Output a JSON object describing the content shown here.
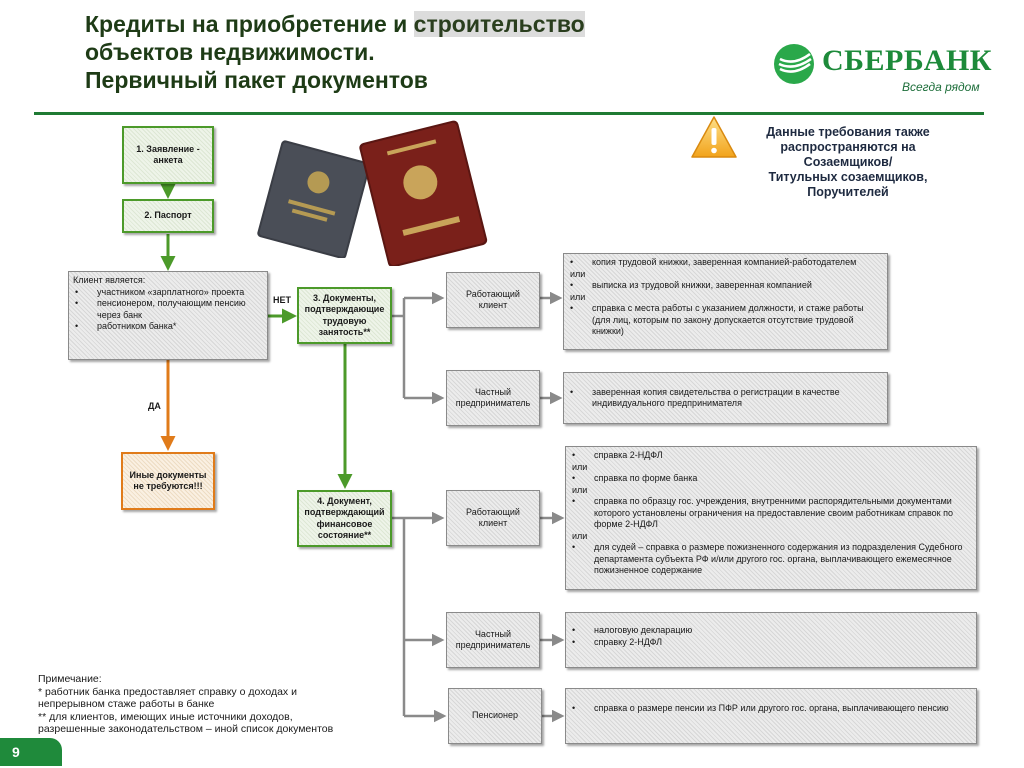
{
  "title": {
    "line1_a": "Кредиты на приобретение и ",
    "line1_b": "строительство",
    "line2": "объектов недвижимости.",
    "line3": "Первичный пакет документов"
  },
  "logo": {
    "name": "СБЕРБАНК",
    "tagline": "Всегда рядом",
    "color": "#1d8a3a"
  },
  "warning": {
    "lines": [
      "Данные требования также",
      "распространяются на",
      "Созаемщиков/",
      "Титульных созаемщиков,",
      "Поручителей"
    ]
  },
  "flow": {
    "step1": [
      "1. Заявление -",
      "анкета"
    ],
    "step2": "2. Паспорт",
    "client": {
      "heading": "Клиент является:",
      "items": [
        "участником «зарплатного» проекта",
        "пенсионером, получающим пенсию через банк",
        "работником банка*"
      ]
    },
    "no_label": "НЕТ",
    "yes_label": "ДА",
    "other_docs": [
      "Иные документы",
      "не требуются!!!"
    ],
    "step3": [
      "3. Документы,",
      "подтверждающие",
      "трудовую",
      "занятость**"
    ],
    "step4": [
      "4. Документ,",
      "подтверждающий",
      "финансовое",
      "состояние**"
    ]
  },
  "employment": {
    "employee_label": [
      "Работающий",
      "клиент"
    ],
    "employee_items": [
      "копия трудовой книжки, заверенная компанией-работодателем",
      "или",
      "выписка из трудовой книжки, заверенная компанией",
      "или",
      "справка с места работы с указанием должности, и стаже работы (для лиц, которым по закону допускается отсутствие трудовой книжки)"
    ],
    "entrepreneur_label": [
      "Частный",
      "предприниматель"
    ],
    "entrepreneur_items": [
      "заверенная копия свидетельства о регистрации в качестве индивидуального предпринимателя"
    ]
  },
  "financial": {
    "employee_label": [
      "Работающий",
      "клиент"
    ],
    "employee_items": [
      "справка 2-НДФЛ",
      "или",
      "справка по форме банка",
      "или",
      "справка по образцу гос. учреждения, внутренними распорядительными документами которого установлены ограничения на предоставление своим работникам справок по форме 2-НДФЛ",
      "или",
      "для судей – справка о размере пожизненного содержания из подразделения Судебного департамента субъекта РФ и/или другого гос. органа, выплачивающего ежемесячное пожизненное содержание"
    ],
    "entrepreneur_label": [
      "Частный",
      "предприниматель"
    ],
    "entrepreneur_items": [
      "налоговую декларацию",
      "справку 2-НДФЛ"
    ],
    "pensioner_label": "Пенсионер",
    "pensioner_items": [
      "справка о размере пенсии из ПФР или другого гос. органа, выплачивающего пенсию"
    ]
  },
  "note": {
    "lines": [
      "Примечание:",
      "* работник банка предоставляет справку о доходах и",
      "непрерывном стаже работы в банке",
      "** для клиентов, имеющих иные источники доходов,",
      "разрешенные законодательством – иной список документов"
    ]
  },
  "page_number": "9",
  "colors": {
    "green": "#4c9a2a",
    "orange": "#e07b1a",
    "grey": "#8a8a8a",
    "title": "#1e3b16"
  }
}
